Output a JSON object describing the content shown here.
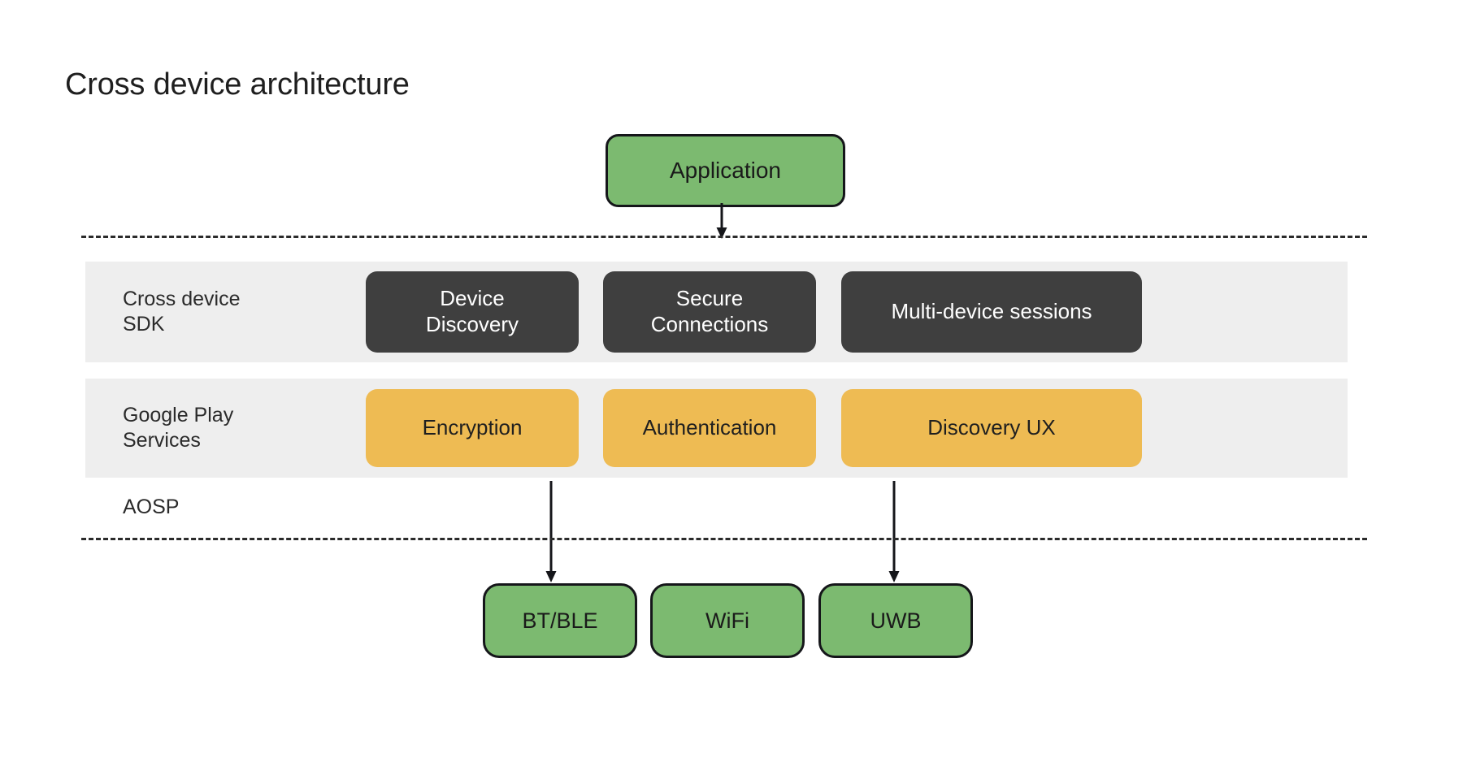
{
  "page": {
    "title": "Cross device architecture",
    "background_color": "#ffffff"
  },
  "colors": {
    "green_node": "#7cba70",
    "node_border": "#15161a",
    "dark_chip": "#3f3f3f",
    "amber_chip": "#eebb53",
    "band_gray": "#eeeeee",
    "text_dark": "#1f1f1f",
    "text_light": "#ffffff",
    "dashed_line": "#2b2b2b"
  },
  "top_layer": {
    "application": {
      "label": "Application",
      "fill": "#7cba70"
    }
  },
  "separators": {
    "top_rule_name": "api-surface-boundary",
    "bottom_rule_name": "aosp-boundary"
  },
  "bands": [
    {
      "id": "cross-device-sdk",
      "label": "Cross device\nSDK",
      "fill": "#eeeeee",
      "chip_style": "dark",
      "chips": [
        {
          "id": "device-discovery",
          "label": "Device\nDiscovery"
        },
        {
          "id": "secure-connections",
          "label": "Secure\nConnections"
        },
        {
          "id": "multi-device-sessions",
          "label": "Multi-device sessions"
        }
      ]
    },
    {
      "id": "google-play-services",
      "label": "Google Play\nServices",
      "fill": "#eeeeee",
      "chip_style": "amber",
      "chips": [
        {
          "id": "encryption",
          "label": "Encryption"
        },
        {
          "id": "authentication",
          "label": "Authentication"
        },
        {
          "id": "discovery-ux",
          "label": "Discovery UX"
        }
      ]
    }
  ],
  "aosp": {
    "label": "AOSP"
  },
  "transports": [
    {
      "id": "bt-ble",
      "label": "BT/BLE",
      "fill": "#7cba70"
    },
    {
      "id": "wifi",
      "label": "WiFi",
      "fill": "#7cba70"
    },
    {
      "id": "uwb",
      "label": "UWB",
      "fill": "#7cba70"
    }
  ],
  "arrows": [
    {
      "id": "application-to-cross-device-sdk",
      "from": "Application",
      "to": "Cross device SDK"
    },
    {
      "id": "google-play-services-to-bt-ble",
      "from": "Google Play Services",
      "to": "BT/BLE"
    },
    {
      "id": "google-play-services-to-uwb",
      "from": "Google Play Services",
      "to": "UWB"
    }
  ]
}
